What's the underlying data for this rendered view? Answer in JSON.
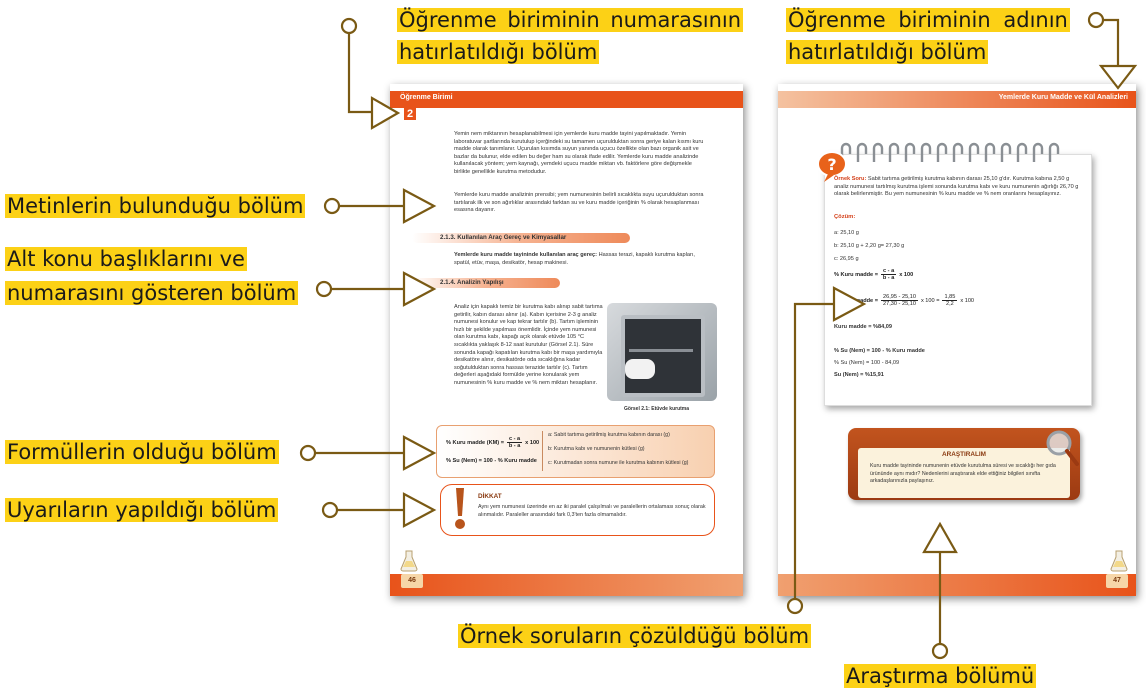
{
  "labels": {
    "unit_number": [
      "Öğrenme biriminin numarasının",
      "hatırlatıldığı bölüm"
    ],
    "unit_name": [
      "Öğrenme biriminin adının",
      "hatırlatıldığı bölüm"
    ],
    "texts": "Metinlerin bulunduğu bölüm",
    "subtopics": [
      "Alt konu başlıklarını ve",
      "numarasını gösteren bölüm"
    ],
    "formulas": "Formüllerin olduğu bölüm",
    "warnings": "Uyarıların yapıldığı bölüm",
    "examples": "Örnek soruların çözüldüğü bölüm",
    "research": "Araştırma bölümü"
  },
  "left_page": {
    "unit_label": "Öğrenme Birimi",
    "unit_number": "2",
    "intro": "Yemin nem miktarının hesaplanabilmesi için yemlerde kuru madde tayini yapılmaktadır. Yemin laboratuvar şartlarında kurutulup içerğindeki su tamamen uçurulduktan sonra geriye kalan kısmı kuru madde olarak tanımlanır. Uçurulan kısımda suyun yanında uçucu özellikte olan bazı organik asit ve bazlar da bulunur, elde edilen bu değer ham su olarak ifade edilir. Yemlerde kuru madde analizinde kullanılacak yöntem; yem kaynağı, yemdeki uçucu madde miktarı vb. faktörlere göre değişmekle birlikte genellikle kurutma metodudur.",
    "para2": "Yemlerde kuru madde analizinin prensibi; yem numunesinin belirli sıcaklıkta suyu uçurulduktan sonra tartılarak ilk ve son ağırlıklar arasındaki farktan su ve kuru madde içeriğinin % olarak hesaplanması esasına dayanır.",
    "sub1": "2.1.3. Kullanılan Araç Gereç ve Kimyasallar",
    "tools_bold": "Yemlerde kuru madde tayininde kullanılan araç gereç:",
    "tools_rest": " Hassas terazi, kapaklı kurutma kapları, spatül, etüv, maşa, desikatör, hesap makinesi.",
    "sub2": "2.1.4. Analizin Yapılışı",
    "analysis": "Analiz için kapaklı temiz bir kurutma kabı alınıp sabit tartıma getirilir, kabın darası alınır (a). Kabın içerisine 2-3 g analiz numunesi konulur ve kap tekrar tartılır (b). Tartım işleminin hızlı bir şekilde yapılması önemlidir. İçinde yem numunesi olan kurutma kabı, kapağı açık olarak etüvde 105 °C sıcaklıkta yaklaşık 8-12 saat kurutulur (Görsel 2.1). Süre sonunda kapağı kapatılan kurutma kabı bir maşa yardımıyla desikatöre alınır, desikatörde oda sıcaklığına kadar soğutulduktan sonra hassas terazide tartılır (c). Tartım değerleri aşağıdaki formülde yerine konularak yem numunesinin % kuru madde ve % nem miktarı hesaplanır.",
    "figure_caption": "Görsel 2.1: Etüvde kurutma",
    "formula1_lhs": "% Kuru madde (KM) =",
    "formula1_num": "c - a",
    "formula1_den": "b - a",
    "formula1_rhs": "x 100",
    "formula2": "% Su (Nem) = 100 - % Kuru madde",
    "legend_a": "a: Sabit tartıma getirilmiş kurutma kabının darası (g)",
    "legend_b": "b: Kurutma kabı ve numunenin kütlesi (g)",
    "legend_c": "c: Kurutmadan sonra numune ile kurutma kabının kütlesi (g)",
    "warning_title": "DİKKAT",
    "warning_text": "Aynı yem numunesi üzerinde en az iki paralel çalışılmalı ve paralellerin ortalaması sonuç olarak alınmalıdır. Paraleller arasındaki fark 0,3'ten fazla olmamalıdır.",
    "page_number": "46"
  },
  "right_page": {
    "unit_title": "Yemlerde Kuru Madde ve Kül Analizleri",
    "example_label": "Örnek Soru:",
    "example_text": " Sabit tartıma getirilmiş kurutma kabının darası 25,10 g'dır. Kurutma kabına 2,50 g analiz numunesi tartılmış kurutma işlemi sonunda kurutma kabı ve kuru numunenin ağırlığı 26,70 g olarak belirlenmiştir. Bu yem numunesinin % kuru madde ve % nem oranlarını hesaplayınız.",
    "solution_label": "Çözüm:",
    "sol_a": "a: 25,10 g",
    "sol_b": "b: 25,10 g + 2,20 g= 27,30 g",
    "sol_c": "c: 26,95 g",
    "sol_f1_lhs": "% Kuru madde =",
    "sol_f1_num": "c - a",
    "sol_f1_den": "b - a",
    "sol_f1_rhs": "x 100",
    "sol_f2_lhs": "% Kuru madde =",
    "sol_f2_num1": "26,95 - 25,10",
    "sol_f2_den1": "27,30 - 25,10",
    "sol_f2_mid": "x 100 =",
    "sol_f2_num2": "1,85",
    "sol_f2_den2": "2,2",
    "sol_f2_rhs": "x 100",
    "sol_result": "Kuru madde = %84,09",
    "sol_su1": "% Su (Nem) = 100 - % Kuru madde",
    "sol_su2": "% Su (Nem) = 100 - 84,09",
    "sol_su3": "Su (Nem) = %15,91",
    "research_title": "ARAŞTIRALIM",
    "research_text": "Kuru madde tayininde numunenin etüvde kurutulma süresi ve sıcaklığı her gıda ürününde aynı mıdır? Nedenlerini araştırarak elde ettiğiniz bilgileri sınıfta arkadaşlarınızla paylaşınız.",
    "page_number": "47"
  },
  "colors": {
    "accent": "#e8531a",
    "highlight": "#fcd116",
    "connector": "#7a5a14"
  }
}
